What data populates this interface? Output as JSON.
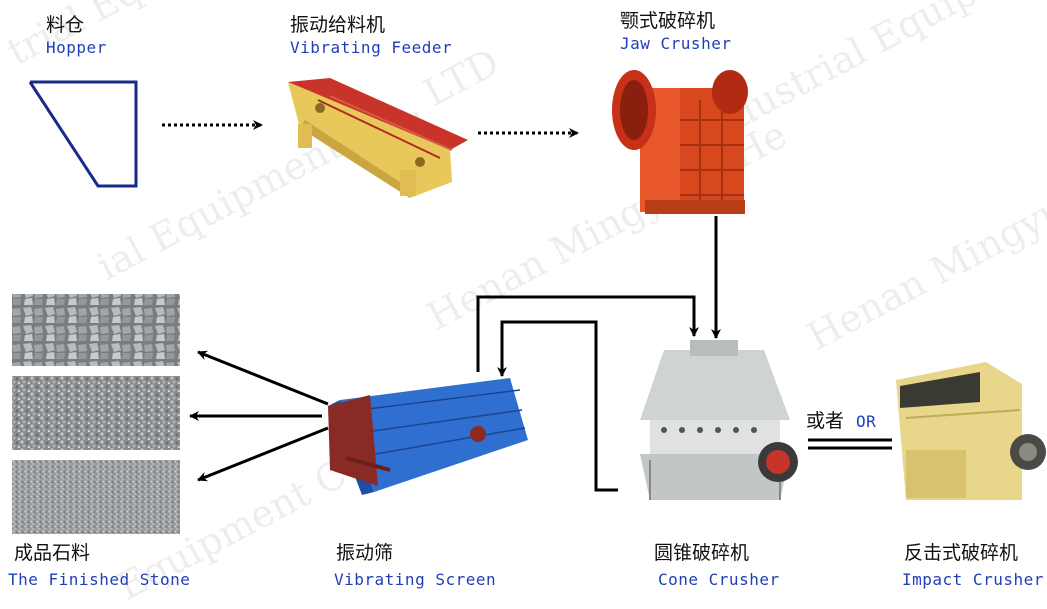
{
  "watermark": {
    "company": "Henan Mingyuan Heavy Industrial Equipment Co., LTD",
    "fragment_1": "Henan Mingyuan He",
    "fragment_2": "Henan Mingyuan Hea",
    "fragment_3": "ial Equipment Co., LTD",
    "fragment_4": "ndustrial Equipment",
    "fragment_5": "Equipment Co., LTD",
    "fragment_6": "trial Equipment"
  },
  "stages": {
    "hopper": {
      "zh": "料仓",
      "en": "Hopper"
    },
    "feeder": {
      "zh": "振动给料机",
      "en": "Vibrating Feeder"
    },
    "jaw": {
      "zh": "颚式破碎机",
      "en": "Jaw Crusher"
    },
    "stone": {
      "zh": "成品石料",
      "en": "The Finished Stone"
    },
    "screen": {
      "zh": "振动筛",
      "en": "Vibrating Screen"
    },
    "cone": {
      "zh": "圆锥破碎机",
      "en": "Cone Crusher"
    },
    "impact": {
      "zh": "反击式破碎机",
      "en": "Impact Crusher"
    }
  },
  "or_label": {
    "zh": "或者",
    "en": "OR"
  },
  "colors": {
    "feeder_yellow": "#e8c85a",
    "feeder_red": "#c8342a",
    "jaw_orange": "#e8582a",
    "screen_blue": "#2f6fd0",
    "screen_red": "#8a2a24",
    "cone_grey": "#cfd3d2",
    "impact_yellow": "#e8d68a",
    "label_blue": "#1f3fb8",
    "arrow": "#000000"
  }
}
